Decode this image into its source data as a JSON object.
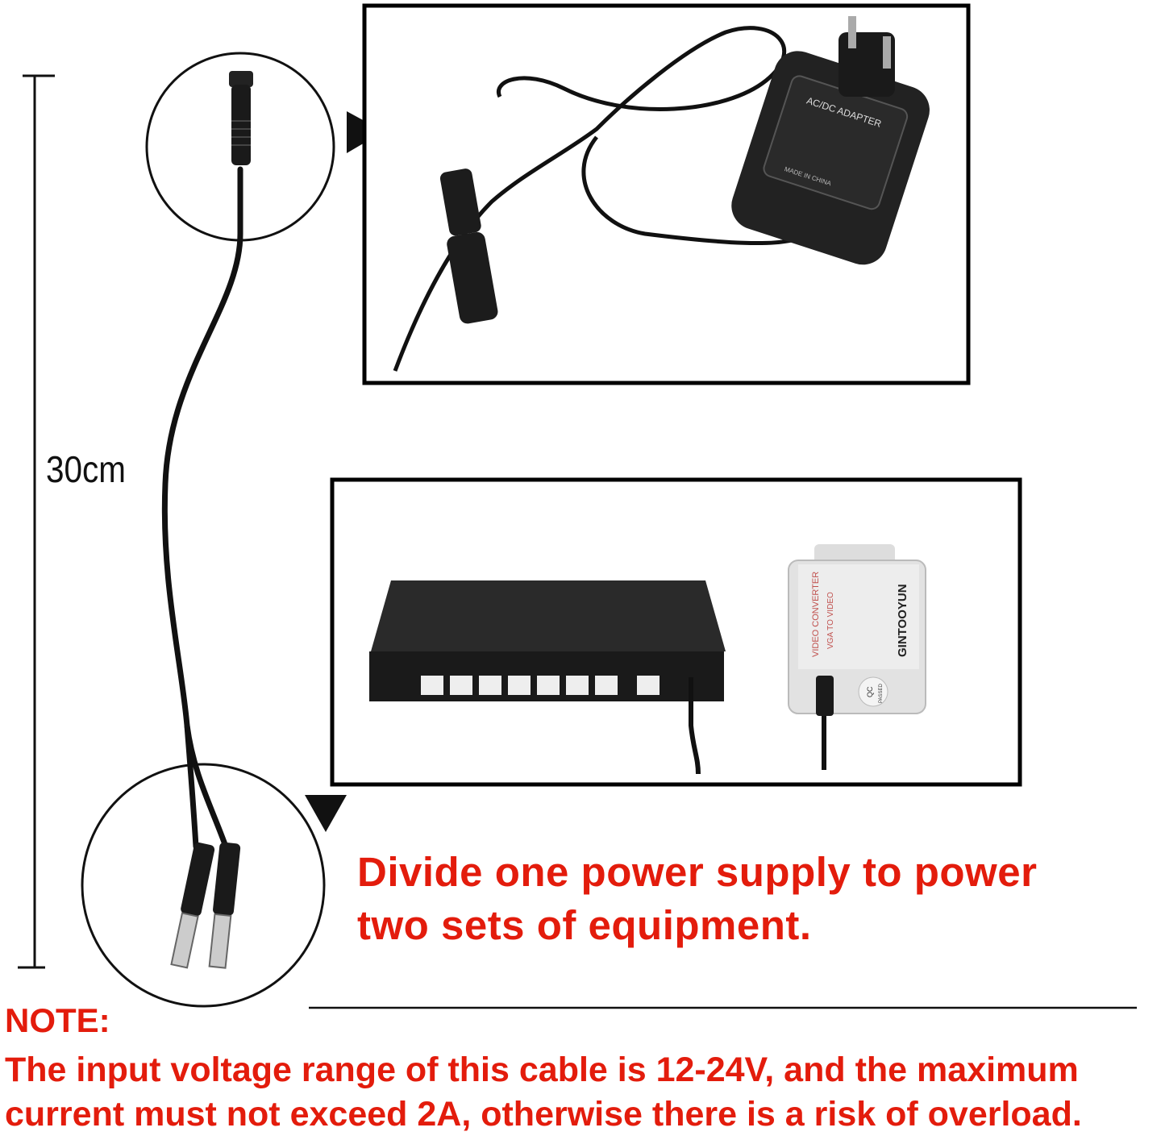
{
  "length_label": "30cm",
  "headline": {
    "line1": "Divide one power supply to power",
    "line2": "two sets of equipment."
  },
  "note": {
    "label": "NOTE:",
    "line1": "The input voltage range of this cable is 12-24V, and the maximum",
    "line2": "current must not exceed 2A, otherwise there is a risk of overload."
  },
  "adapter": {
    "title": "AC/DC ADAPTER",
    "origin": "MADE IN CHINA"
  },
  "converter": {
    "line1": "VIDEO CONVERTER",
    "line2": "VGA TO VIDEO",
    "brand": "GINTOOYUN",
    "qc1": "QC",
    "qc2": "PASSED"
  },
  "colors": {
    "accent": "#e31c0c",
    "frame": "#000000"
  }
}
